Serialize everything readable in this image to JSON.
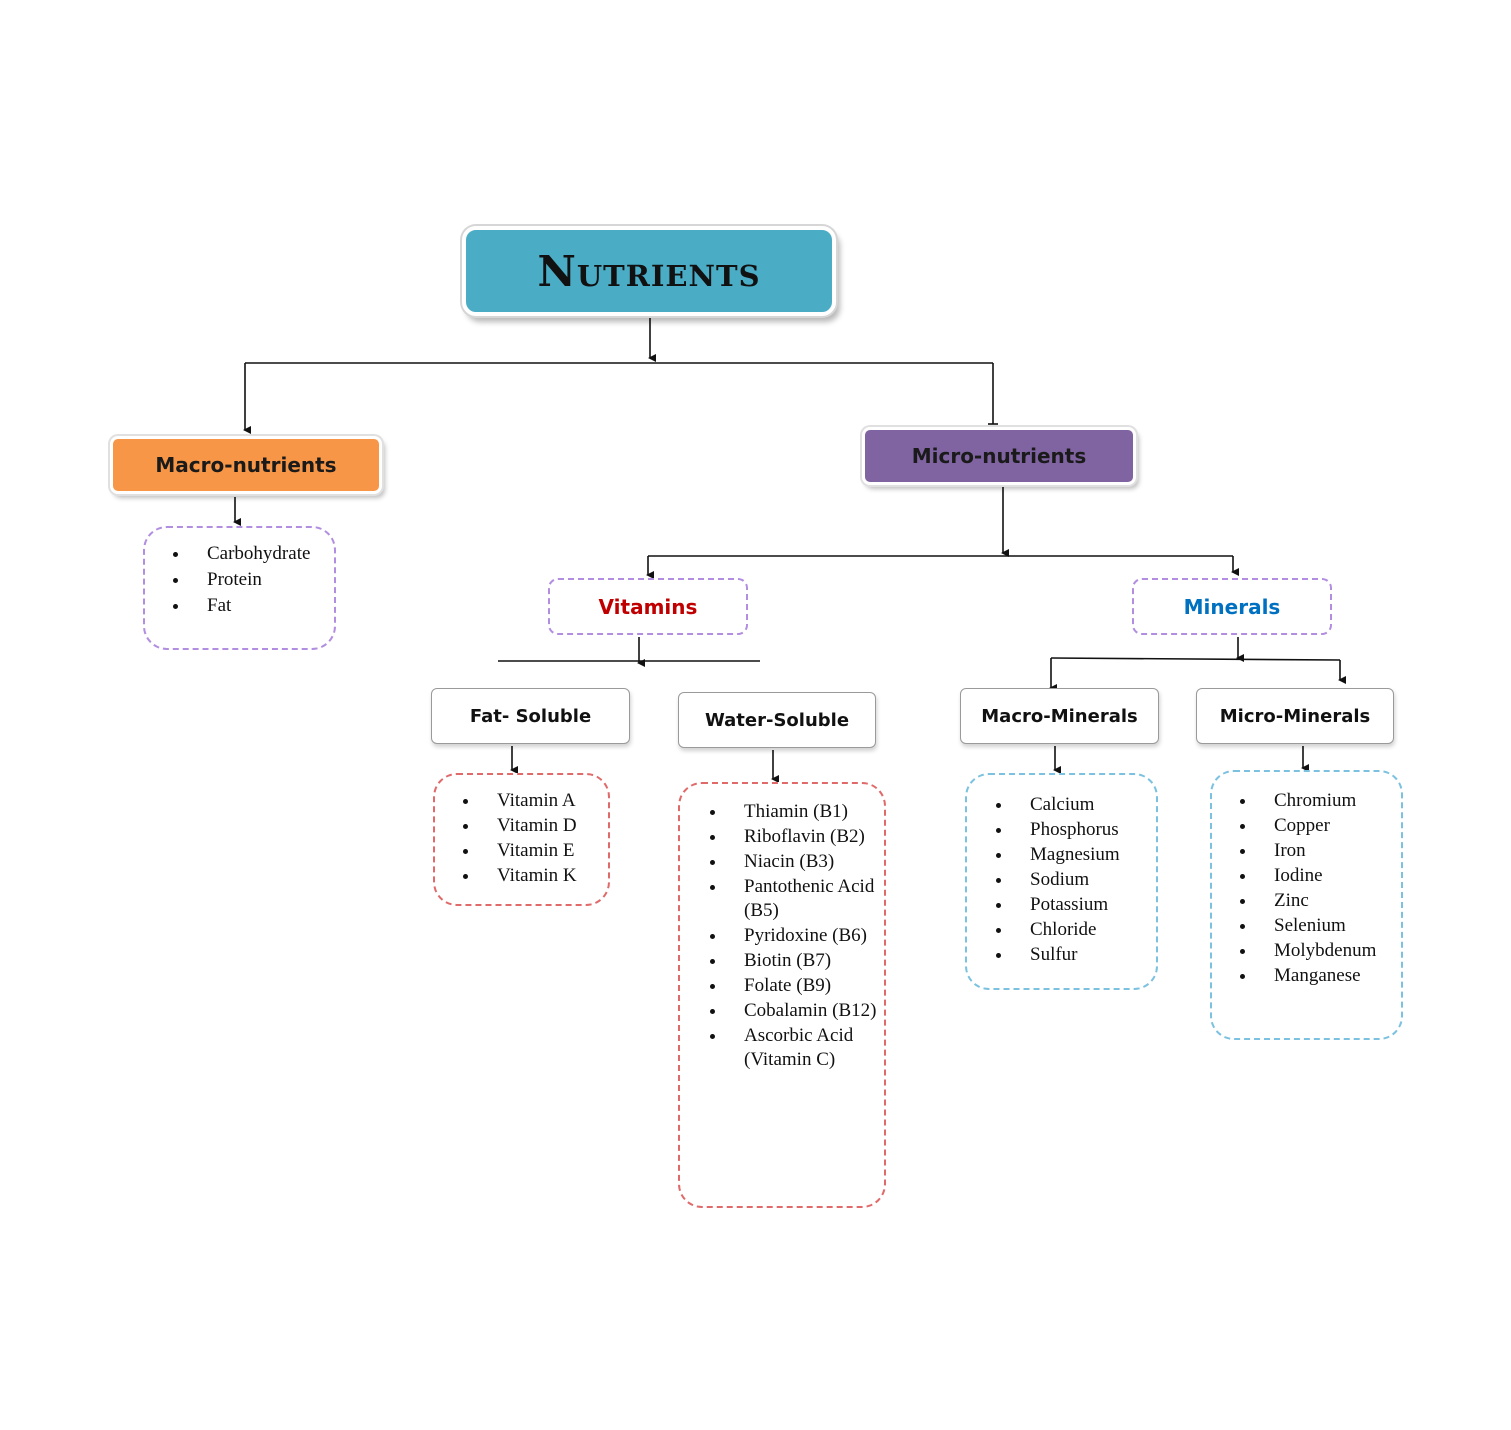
{
  "diagram": {
    "root": "Nutrients",
    "macro_nutrients": {
      "label": "Macro-nutrients",
      "items": [
        "Carbohydrate",
        "Protein",
        "Fat"
      ]
    },
    "micro_nutrients": {
      "label": "Micro-nutrients",
      "vitamins": {
        "label": "Vitamins",
        "fat_soluble": {
          "label": "Fat- Soluble",
          "items": [
            "Vitamin A",
            "Vitamin D",
            "Vitamin E",
            "Vitamin K"
          ]
        },
        "water_soluble": {
          "label": "Water-Soluble",
          "items": [
            "Thiamin (B1)",
            "Riboflavin (B2)",
            "Niacin (B3)",
            "Pantothenic Acid (B5)",
            "Pyridoxine (B6)",
            "Biotin (B7)",
            "Folate (B9)",
            "Cobalamin (B12)",
            "Ascorbic Acid (Vitamin C)"
          ]
        }
      },
      "minerals": {
        "label": "Minerals",
        "macro_minerals": {
          "label": "Macro-Minerals",
          "items": [
            "Calcium",
            "Phosphorus",
            "Magnesium",
            "Sodium",
            "Potassium",
            "Chloride",
            "Sulfur"
          ]
        },
        "micro_minerals": {
          "label": "Micro-Minerals",
          "items": [
            "Chromium",
            "Copper",
            "Iron",
            "Iodine",
            "Zinc",
            "Selenium",
            "Molybdenum",
            "Manganese"
          ]
        }
      }
    }
  },
  "colors": {
    "root": "#4bacc6",
    "macro_nutrients": "#f79646",
    "micro_nutrients": "#8064a2",
    "vitamins_text": "#c00000",
    "minerals_text": "#0070c0"
  }
}
